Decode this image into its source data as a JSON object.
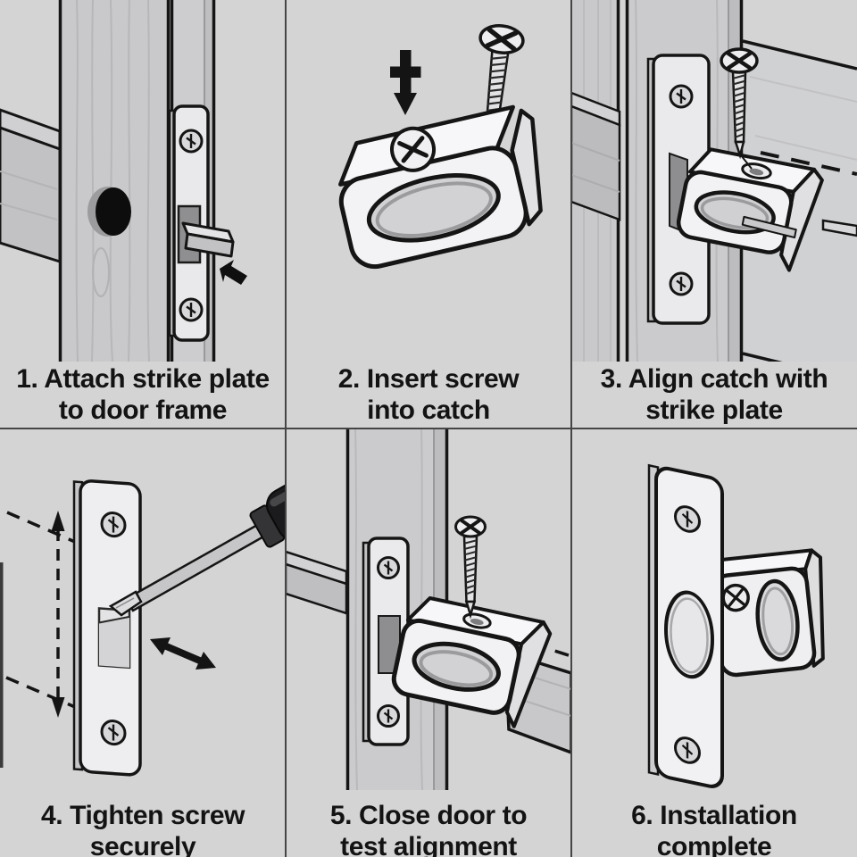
{
  "page": {
    "background_color": "#d4d4d5",
    "outline_color": "#151515",
    "divider_color": "#454545",
    "text_color": "#131313",
    "hardware_color": "#f2f2f4",
    "wood_color": "#c9c9cb",
    "slot_color": "#8f8f91"
  },
  "steps": [
    {
      "caption": "1. Attach strike plate\nto door frame",
      "illustration": "strike-plate-with-latch-on-door-frame"
    },
    {
      "caption": "2. Insert screw\ninto catch",
      "illustration": "screw-and-plus-arrow-above-catch"
    },
    {
      "caption": "3. Align catch with\nstrike plate",
      "illustration": "catch-aligned-on-strike-plate-with-screw"
    },
    {
      "caption": "4. Tighten screw\nsecurely",
      "illustration": "screwdriver-tightening-plate"
    },
    {
      "caption": "5. Close door to\ntest alignment",
      "illustration": "door-closing-into-catch"
    },
    {
      "caption": "6. Installation\ncomplete",
      "illustration": "finished-plate-and-catch"
    }
  ]
}
